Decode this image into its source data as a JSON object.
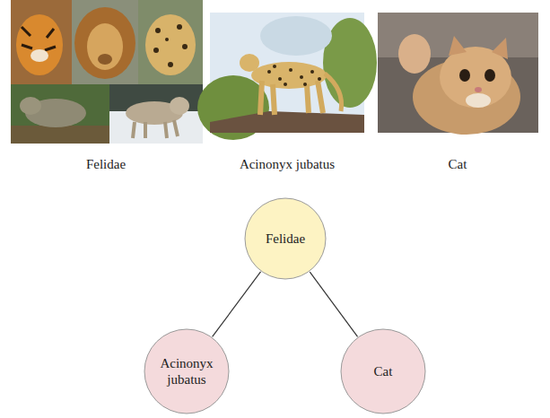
{
  "diagram": {
    "nodes": [
      {
        "text": [
          "Felidae"
        ]
      },
      {
        "text": [
          "Acinonyx jubatus"
        ]
      },
      {
        "text": [
          "Cat"
        ]
      }
    ],
    "edges": [
      {
        "from": 0,
        "to": 1,
        "arrow": "none"
      },
      {
        "from": 0,
        "to": 2,
        "arrow": "none"
      }
    ],
    "labels": [
      "Felidae",
      "Acinonyx jubatus",
      "Cat"
    ]
  }
}
